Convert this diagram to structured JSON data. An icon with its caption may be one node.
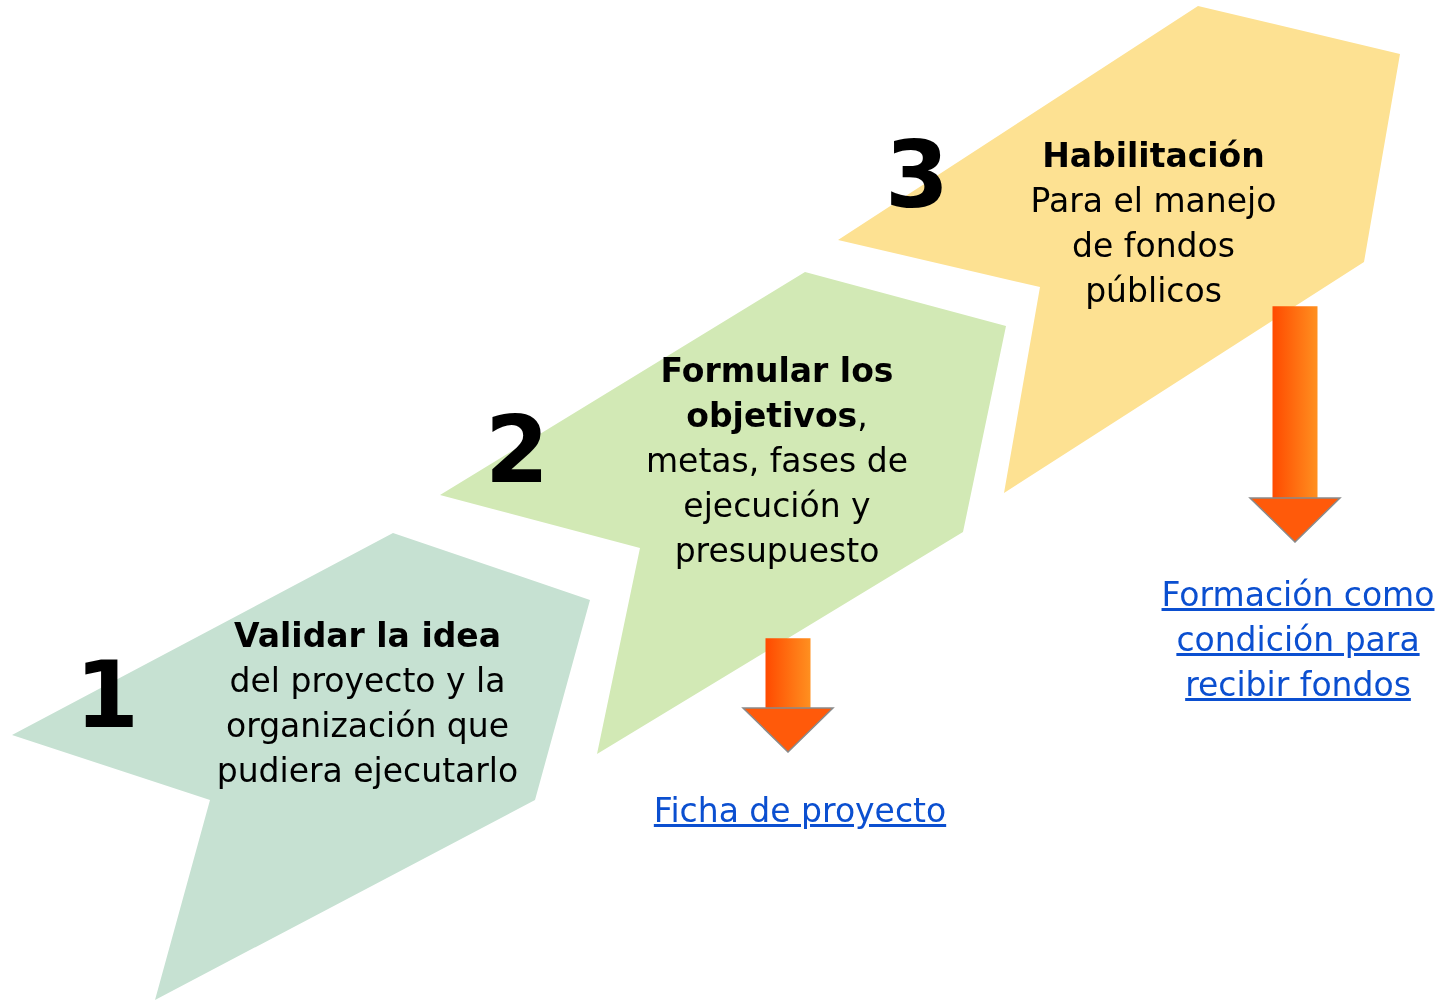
{
  "diagram": {
    "nodes": [
      {
        "text": [
          "1",
          "Validar la idea",
          "del proyecto y la organización que pudiera ejecutarlo"
        ]
      },
      {
        "text": [
          "2",
          "**Formular los objetivos**, metas, fases de ejecución y presupuesto"
        ]
      },
      {
        "text": [
          "3",
          "Habilitación",
          "Para el manejo de fondos públicos"
        ]
      },
      {
        "text": [
          "Ficha de proyecto"
        ]
      },
      {
        "text": [
          "Formación como condición para recibir fondos"
        ]
      }
    ],
    "edges": [
      {
        "from": 1,
        "to": 3,
        "arrow": "to",
        "style": "thick"
      },
      {
        "from": 2,
        "to": 4,
        "arrow": "to",
        "style": "thick"
      }
    ]
  }
}
